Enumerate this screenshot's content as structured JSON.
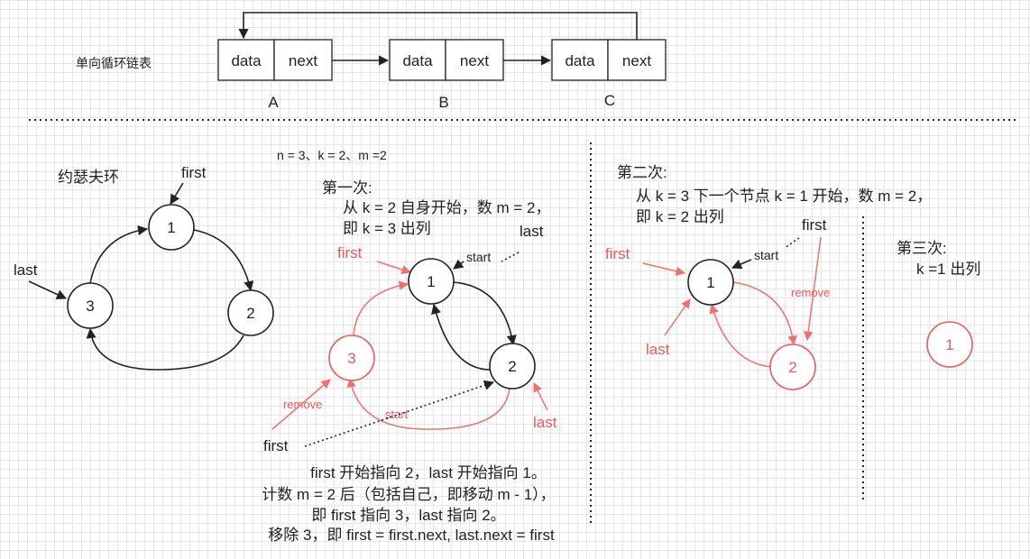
{
  "top": {
    "title": "单向循环链表",
    "nodes": [
      {
        "data": "data",
        "next": "next",
        "label": "A"
      },
      {
        "data": "data",
        "next": "next",
        "label": "B"
      },
      {
        "data": "data",
        "next": "next",
        "label": "C"
      }
    ]
  },
  "josephus": {
    "title": "约瑟夫环",
    "first": "first",
    "last": "last",
    "n1": "1",
    "n2": "2",
    "n3": "3"
  },
  "params": "n = 3、k = 2、m =2",
  "step1": {
    "title": "第一次:",
    "line1": "从 k = 2 自身开始，数 m = 2，",
    "line2": "即 k = 3 出列",
    "first_red": "first",
    "last_top": "last",
    "start_top": "start",
    "n1": "1",
    "n2": "2",
    "n3": "3",
    "remove": "remove",
    "start_bottom": "start",
    "last_red": "last",
    "first_bottom": "first",
    "note": [
      "first 开始指向 2，last 开始指向 1。",
      "计数 m = 2 后（包括自己，即移动 m - 1），",
      "即 first 指向 3，last 指向 2。",
      "移除 3，即 first = first.next, last.next = first"
    ]
  },
  "step2": {
    "title": "第二次:",
    "line1": "从 k = 3 下一个节点 k = 1 开始，数 m = 2，",
    "line2": "即 k = 2 出列",
    "first_top": "first",
    "first_red": "first",
    "start": "start",
    "remove": "remove",
    "last_red": "last",
    "n1": "1",
    "n2": "2"
  },
  "step3": {
    "title": "第三次:",
    "line1": "k =1 出列",
    "n1": "1"
  },
  "colors": {
    "accent_red": "#ea5a5a",
    "stroke": "#222222",
    "grid": "#e6e6e6"
  }
}
